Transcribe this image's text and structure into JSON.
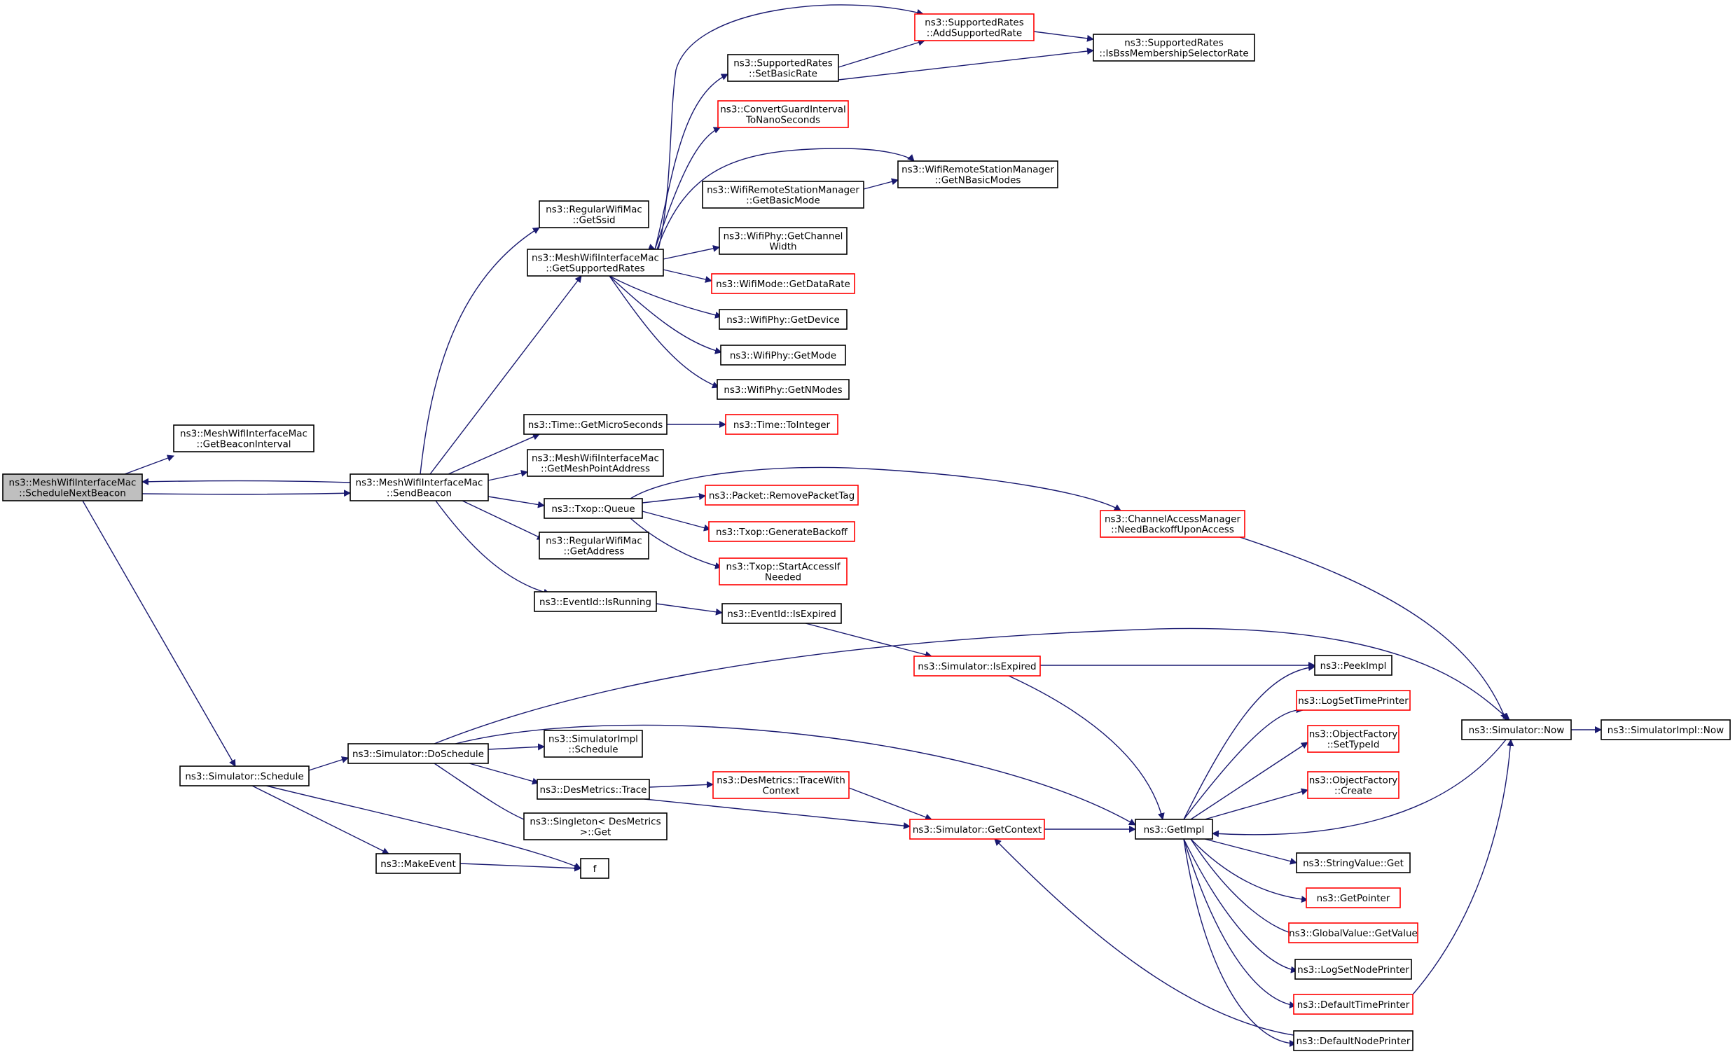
{
  "colors": {
    "edge": "#191970",
    "border_normal": "#000000",
    "border_truncated": "#ff0000",
    "focus_fill": "#bfbfbf",
    "node_fill": "#ffffff",
    "text": "#000000"
  },
  "nodes": [
    {
      "id": "snb",
      "lines": [
        "ns3::MeshWifiInterfaceMac",
        "::ScheduleNextBeacon"
      ],
      "style": "focus"
    },
    {
      "id": "gbi",
      "lines": [
        "ns3::MeshWifiInterfaceMac",
        "::GetBeaconInterval"
      ],
      "style": "normal"
    },
    {
      "id": "sb",
      "lines": [
        "ns3::MeshWifiInterfaceMac",
        "::SendBeacon"
      ],
      "style": "normal"
    },
    {
      "id": "sched",
      "lines": [
        "ns3::Simulator::Schedule"
      ],
      "style": "normal"
    },
    {
      "id": "ssid",
      "lines": [
        "ns3::RegularWifiMac",
        "::GetSsid"
      ],
      "style": "normal"
    },
    {
      "id": "gsr",
      "lines": [
        "ns3::MeshWifiInterfaceMac",
        "::GetSupportedRates"
      ],
      "style": "normal"
    },
    {
      "id": "gms",
      "lines": [
        "ns3::Time::GetMicroSeconds"
      ],
      "style": "normal"
    },
    {
      "id": "gmpa",
      "lines": [
        "ns3::MeshWifiInterfaceMac",
        "::GetMeshPointAddress"
      ],
      "style": "normal"
    },
    {
      "id": "queue",
      "lines": [
        "ns3::Txop::Queue"
      ],
      "style": "normal"
    },
    {
      "id": "gaddr",
      "lines": [
        "ns3::RegularWifiMac",
        "::GetAddress"
      ],
      "style": "normal"
    },
    {
      "id": "isrun",
      "lines": [
        "ns3::EventId::IsRunning"
      ],
      "style": "normal"
    },
    {
      "id": "dosched",
      "lines": [
        "ns3::Simulator::DoSchedule"
      ],
      "style": "normal"
    },
    {
      "id": "mkev",
      "lines": [
        "ns3::MakeEvent"
      ],
      "style": "normal"
    },
    {
      "id": "f",
      "lines": [
        "f"
      ],
      "style": "normal"
    },
    {
      "id": "addsr",
      "lines": [
        "ns3::SupportedRates",
        "::AddSupportedRate"
      ],
      "style": "truncated"
    },
    {
      "id": "isbss",
      "lines": [
        "ns3::SupportedRates",
        "::IsBssMembershipSelectorRate"
      ],
      "style": "normal"
    },
    {
      "id": "setbr",
      "lines": [
        "ns3::SupportedRates",
        "::SetBasicRate"
      ],
      "style": "normal"
    },
    {
      "id": "cgi",
      "lines": [
        "ns3::ConvertGuardInterval",
        "ToNanoSeconds"
      ],
      "style": "truncated"
    },
    {
      "id": "gnbm",
      "lines": [
        "ns3::WifiRemoteStationManager",
        "::GetNBasicModes"
      ],
      "style": "normal"
    },
    {
      "id": "gbm",
      "lines": [
        "ns3::WifiRemoteStationManager",
        "::GetBasicMode"
      ],
      "style": "normal"
    },
    {
      "id": "gcw",
      "lines": [
        "ns3::WifiPhy::GetChannel",
        "Width"
      ],
      "style": "normal"
    },
    {
      "id": "gdr",
      "lines": [
        "ns3::WifiMode::GetDataRate"
      ],
      "style": "truncated"
    },
    {
      "id": "gdev",
      "lines": [
        "ns3::WifiPhy::GetDevice"
      ],
      "style": "normal"
    },
    {
      "id": "gmode",
      "lines": [
        "ns3::WifiPhy::GetMode"
      ],
      "style": "normal"
    },
    {
      "id": "gnm",
      "lines": [
        "ns3::WifiPhy::GetNModes"
      ],
      "style": "normal"
    },
    {
      "id": "toint",
      "lines": [
        "ns3::Time::ToInteger"
      ],
      "style": "truncated"
    },
    {
      "id": "rpt",
      "lines": [
        "ns3::Packet::RemovePacketTag"
      ],
      "style": "truncated"
    },
    {
      "id": "gbo",
      "lines": [
        "ns3::Txop::GenerateBackoff"
      ],
      "style": "truncated"
    },
    {
      "id": "saif",
      "lines": [
        "ns3::Txop::StartAccessIf",
        "Needed"
      ],
      "style": "truncated"
    },
    {
      "id": "cam",
      "lines": [
        "ns3::ChannelAccessManager",
        "::NeedBackoffUponAccess"
      ],
      "style": "truncated"
    },
    {
      "id": "isexp",
      "lines": [
        "ns3::EventId::IsExpired"
      ],
      "style": "normal"
    },
    {
      "id": "simexp",
      "lines": [
        "ns3::Simulator::IsExpired"
      ],
      "style": "truncated"
    },
    {
      "id": "simimpl",
      "lines": [
        "ns3::SimulatorImpl",
        "::Schedule"
      ],
      "style": "normal"
    },
    {
      "id": "dmtrace",
      "lines": [
        "ns3::DesMetrics::Trace"
      ],
      "style": "normal"
    },
    {
      "id": "singleton",
      "lines": [
        "ns3::Singleton< DesMetrics",
        ">::Get"
      ],
      "style": "normal"
    },
    {
      "id": "dmtwc",
      "lines": [
        "ns3::DesMetrics::TraceWith",
        "Context"
      ],
      "style": "truncated"
    },
    {
      "id": "getctx",
      "lines": [
        "ns3::Simulator::GetContext"
      ],
      "style": "truncated"
    },
    {
      "id": "getimpl",
      "lines": [
        "ns3::GetImpl"
      ],
      "style": "normal"
    },
    {
      "id": "peek",
      "lines": [
        "ns3::PeekImpl"
      ],
      "style": "normal"
    },
    {
      "id": "lstp",
      "lines": [
        "ns3::LogSetTimePrinter"
      ],
      "style": "truncated"
    },
    {
      "id": "ofst",
      "lines": [
        "ns3::ObjectFactory",
        "::SetTypeId"
      ],
      "style": "truncated"
    },
    {
      "id": "ofcr",
      "lines": [
        "ns3::ObjectFactory",
        "::Create"
      ],
      "style": "truncated"
    },
    {
      "id": "svget",
      "lines": [
        "ns3::StringValue::Get"
      ],
      "style": "normal"
    },
    {
      "id": "gptr",
      "lines": [
        "ns3::GetPointer"
      ],
      "style": "truncated"
    },
    {
      "id": "gvgv",
      "lines": [
        "ns3::GlobalValue::GetValue"
      ],
      "style": "truncated"
    },
    {
      "id": "lsnp",
      "lines": [
        "ns3::LogSetNodePrinter"
      ],
      "style": "normal"
    },
    {
      "id": "dtp",
      "lines": [
        "ns3::DefaultTimePrinter"
      ],
      "style": "truncated"
    },
    {
      "id": "dnp",
      "lines": [
        "ns3::DefaultNodePrinter"
      ],
      "style": "normal"
    },
    {
      "id": "now",
      "lines": [
        "ns3::Simulator::Now"
      ],
      "style": "normal"
    },
    {
      "id": "implnow",
      "lines": [
        "ns3::SimulatorImpl::Now"
      ],
      "style": "normal"
    }
  ],
  "edges": [
    {
      "from": "snb",
      "to": "gbi"
    },
    {
      "from": "snb",
      "to": "sb"
    },
    {
      "from": "snb",
      "to": "sched"
    },
    {
      "from": "sb",
      "to": "snb"
    },
    {
      "from": "sb",
      "to": "ssid"
    },
    {
      "from": "sb",
      "to": "gsr"
    },
    {
      "from": "sb",
      "to": "gms"
    },
    {
      "from": "sb",
      "to": "gmpa"
    },
    {
      "from": "sb",
      "to": "queue"
    },
    {
      "from": "sb",
      "to": "gaddr"
    },
    {
      "from": "sb",
      "to": "isrun"
    },
    {
      "from": "gsr",
      "to": "addsr"
    },
    {
      "from": "gsr",
      "to": "setbr"
    },
    {
      "from": "gsr",
      "to": "cgi"
    },
    {
      "from": "gsr",
      "to": "gnbm"
    },
    {
      "from": "gsr",
      "to": "gbm"
    },
    {
      "from": "gsr",
      "to": "gcw"
    },
    {
      "from": "gsr",
      "to": "gdr"
    },
    {
      "from": "gsr",
      "to": "gdev"
    },
    {
      "from": "gsr",
      "to": "gmode"
    },
    {
      "from": "gsr",
      "to": "gnm"
    },
    {
      "from": "setbr",
      "to": "addsr"
    },
    {
      "from": "setbr",
      "to": "isbss"
    },
    {
      "from": "addsr",
      "to": "isbss"
    },
    {
      "from": "gbm",
      "to": "gnbm"
    },
    {
      "from": "gms",
      "to": "toint"
    },
    {
      "from": "queue",
      "to": "rpt"
    },
    {
      "from": "queue",
      "to": "gbo"
    },
    {
      "from": "queue",
      "to": "saif"
    },
    {
      "from": "queue",
      "to": "cam"
    },
    {
      "from": "cam",
      "to": "now"
    },
    {
      "from": "isrun",
      "to": "isexp"
    },
    {
      "from": "isexp",
      "to": "simexp"
    },
    {
      "from": "simexp",
      "to": "peek"
    },
    {
      "from": "simexp",
      "to": "getimpl"
    },
    {
      "from": "sched",
      "to": "dosched"
    },
    {
      "from": "sched",
      "to": "mkev"
    },
    {
      "from": "sched",
      "to": "f"
    },
    {
      "from": "mkev",
      "to": "f"
    },
    {
      "from": "dosched",
      "to": "now"
    },
    {
      "from": "dosched",
      "to": "getimpl"
    },
    {
      "from": "dosched",
      "to": "simimpl"
    },
    {
      "from": "dosched",
      "to": "dmtrace"
    },
    {
      "from": "dosched",
      "to": "singleton"
    },
    {
      "from": "dmtrace",
      "to": "dmtwc"
    },
    {
      "from": "dmtrace",
      "to": "getctx"
    },
    {
      "from": "dmtwc",
      "to": "getctx"
    },
    {
      "from": "getctx",
      "to": "getimpl"
    },
    {
      "from": "getimpl",
      "to": "peek"
    },
    {
      "from": "getimpl",
      "to": "lstp"
    },
    {
      "from": "getimpl",
      "to": "ofst"
    },
    {
      "from": "getimpl",
      "to": "ofcr"
    },
    {
      "from": "getimpl",
      "to": "svget"
    },
    {
      "from": "getimpl",
      "to": "gptr"
    },
    {
      "from": "getimpl",
      "to": "gvgv"
    },
    {
      "from": "getimpl",
      "to": "lsnp"
    },
    {
      "from": "getimpl",
      "to": "dtp"
    },
    {
      "from": "getimpl",
      "to": "dnp"
    },
    {
      "from": "dnp",
      "to": "getctx"
    },
    {
      "from": "dtp",
      "to": "now"
    },
    {
      "from": "now",
      "to": "getimpl"
    },
    {
      "from": "now",
      "to": "implnow"
    }
  ]
}
